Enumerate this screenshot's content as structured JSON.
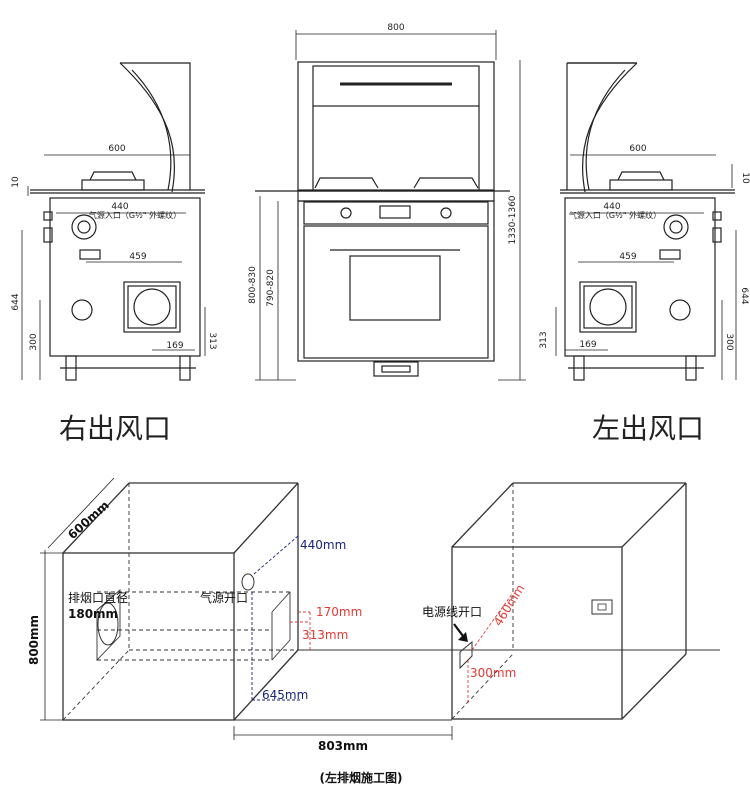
{
  "top": {
    "left_view": {
      "title": "右出风口",
      "w600": "600",
      "w440": "440",
      "w459": "459",
      "d10": "10",
      "d644": "644",
      "d300": "300",
      "d313": "313",
      "d169": "169",
      "gas_note": "气源入口（G½\" 外螺纹）"
    },
    "front_view": {
      "w800": "800",
      "h800_830": "800-830",
      "h790_820": "790-820",
      "h1330_1360": "1330-1360"
    },
    "right_view": {
      "title": "左出风口",
      "w600": "600",
      "w440": "440",
      "w459": "459",
      "d10": "10",
      "d644": "644",
      "d300": "300",
      "d313": "313",
      "d169": "169",
      "gas_note": "气源入口（G½\" 外螺纹）"
    }
  },
  "install": {
    "depth": "600mm",
    "height": "800mm",
    "width": "803mm",
    "vent_label_1": "排烟口直径",
    "vent_label_2": "180mm",
    "gas_hole": "气源开口",
    "blue_440": "440mm",
    "blue_645": "645mm",
    "red_170": "170mm",
    "red_313": "313mm",
    "power_hole": "电源线开口",
    "red_460": "460mm",
    "red_300": "300mm",
    "caption": "(左排烟施工图)"
  },
  "colors": {
    "line": "#222222",
    "blue": "#1a237e",
    "red": "#e53935"
  }
}
